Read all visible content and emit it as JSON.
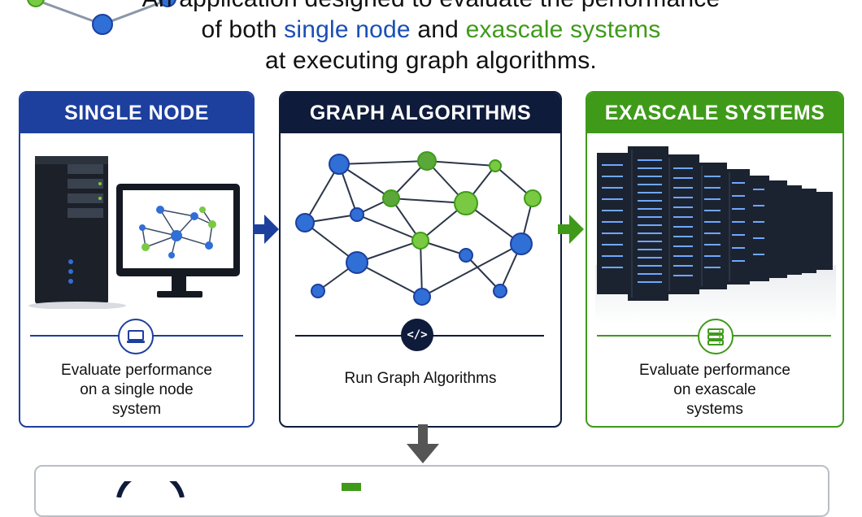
{
  "header": {
    "line1": "An application designed to evaluate the performance",
    "line2_before": "of both ",
    "line2_single": "single node",
    "line2_mid": " and ",
    "line2_exa": "exascale systems",
    "line3": "at executing graph algorithms."
  },
  "panels": {
    "single_node": {
      "title": "SINGLE NODE",
      "caption_lines": [
        "Evaluate performance",
        "on a single node",
        "system"
      ],
      "icon": "laptop-icon"
    },
    "graph_algorithms": {
      "title": "GRAPH ALGORITHMS",
      "caption": "Run Graph Algorithms",
      "icon_glyph": "</>",
      "icon": "code-icon"
    },
    "exascale": {
      "title": "EXASCALE SYSTEMS",
      "caption_lines": [
        "Evaluate performance",
        "on exascale",
        "systems"
      ],
      "icon": "server-icon"
    }
  },
  "colors": {
    "blue": "#1d3f9e",
    "navy": "#0f1b3b",
    "green": "#3f9a1a",
    "node_blue": "#2f6fd6",
    "node_green": "#7ac943"
  }
}
